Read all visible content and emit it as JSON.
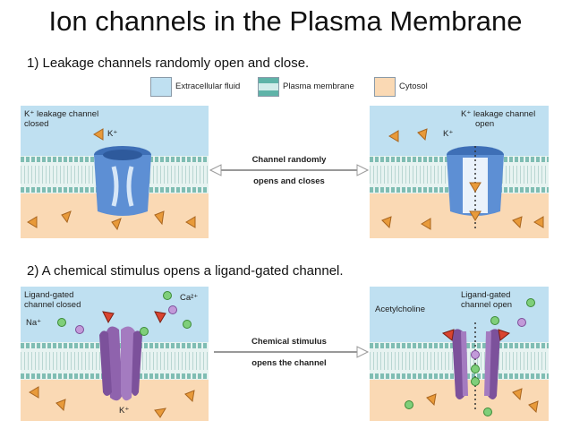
{
  "title": "Ion channels in the Plasma Membrane",
  "section1": {
    "heading": "1) Leakage channels randomly open and close.",
    "legend": {
      "extracellular": "Extracellular fluid",
      "membrane": "Plasma membrane",
      "cytosol": "Cytosol"
    },
    "left_panel": {
      "label_line1": "K⁺ leakage channel",
      "label_line2": "closed",
      "ion": "K⁺"
    },
    "right_panel": {
      "label_line1": "K⁺ leakage channel",
      "label_line2": "open",
      "ion": "K⁺"
    },
    "arrow_top": "Channel randomly",
    "arrow_bottom": "opens and closes"
  },
  "section2": {
    "heading": "2) A chemical stimulus opens a ligand-gated channel.",
    "left_panel": {
      "label_line1": "Ligand-gated",
      "label_line2": "channel closed",
      "na": "Na⁺",
      "ca": "Ca²⁺",
      "k": "K⁺"
    },
    "right_panel": {
      "label_line1": "Ligand-gated",
      "label_line2": "channel open",
      "ach": "Acetylcholine"
    },
    "arrow_top": "Chemical stimulus",
    "arrow_bottom": "opens the channel"
  },
  "colors": {
    "extracellular": "#bfe0f1",
    "cytosol": "#fad9b4",
    "membrane": "#8ec9bd",
    "channel_blue": "#4f80c8",
    "channel_purple": "#8f63ad",
    "ion_orange": "#e89a3a"
  }
}
